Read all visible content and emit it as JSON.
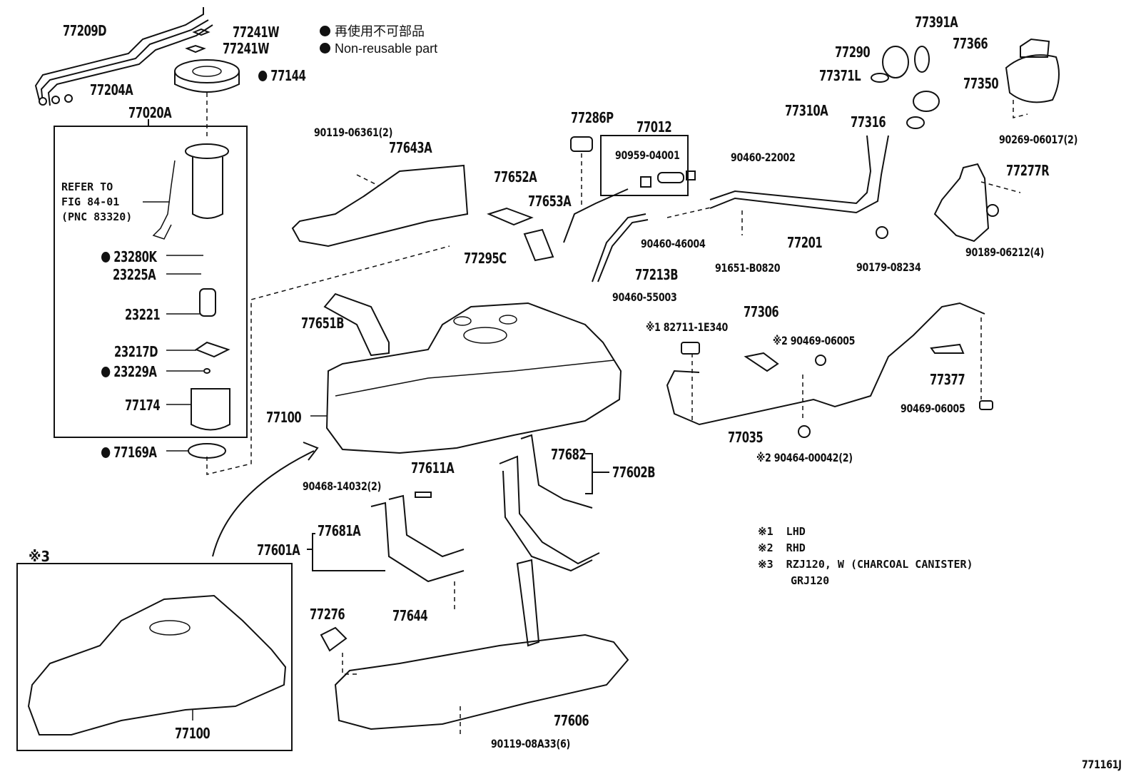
{
  "diagram": {
    "figure_id": "771161J",
    "legend": {
      "non_reusable_jp": "再使用不可部品",
      "non_reusable_en": "Non-reusable part",
      "marker_icon": "filled-circle"
    },
    "notes": [
      {
        "mark": "※1",
        "text": "LHD"
      },
      {
        "mark": "※2",
        "text": "RHD"
      },
      {
        "mark": "※3",
        "text": "RZJ120, W (CHARCOAL CANISTER)"
      },
      {
        "mark": "",
        "text": "GRJ120"
      }
    ],
    "refer": {
      "line1": "REFER TO",
      "line2": "FIG 84-01",
      "line3": "(PNC 83320)"
    },
    "inset_mark": "※3",
    "parts": {
      "p77209D": "77209D",
      "p77204A": "77204A",
      "p77241W_1": "77241W",
      "p77241W_2": "77241W",
      "p77144": "77144",
      "p77020A": "77020A",
      "p23280K": "23280K",
      "p23225A": "23225A",
      "p23221": "23221",
      "p23217D": "23217D",
      "p23229A": "23229A",
      "p77174": "77174",
      "p77169A": "77169A",
      "p90119_06361": "90119-06361(2)",
      "p77643A": "77643A",
      "p77652A": "77652A",
      "p77653A": "77653A",
      "p77286P": "77286P",
      "p77012": "77012",
      "p90959_04001": "90959-04001",
      "p90460_22002": "90460-22002",
      "p90460_46004": "90460-46004",
      "p77213B": "77213B",
      "p91651_B0820": "91651-B0820",
      "p77201": "77201",
      "p90179_08234": "90179-08234",
      "p77391A": "77391A",
      "p77290": "77290",
      "p77366": "77366",
      "p77371L": "77371L",
      "p77350": "77350",
      "p77310A": "77310A",
      "p77316": "77316",
      "p90269_06017": "90269-06017(2)",
      "p77277R": "77277R",
      "p90189_06212": "90189-06212(4)",
      "p77295C": "77295C",
      "p90460_55003": "90460-55003",
      "p77651B": "77651B",
      "p77100": "77100",
      "p77100_inset": "77100",
      "p182711_1E340": "※1 82711-1E340",
      "p77306": "77306",
      "p90469_06005_a": "※2 90469-06005",
      "p77377": "77377",
      "p90469_06005_b": "90469-06005",
      "p77035": "77035",
      "p90464_00042": "※2 90464-00042(2)",
      "p77682": "77682",
      "p77602B": "77602B",
      "p77611A": "77611A",
      "p90468_14032": "90468-14032(2)",
      "p77681A": "77681A",
      "p77601A": "77601A",
      "p77276": "77276",
      "p77644": "77644",
      "p77606": "77606",
      "p90119_08A33": "90119-08A33(6)"
    }
  }
}
